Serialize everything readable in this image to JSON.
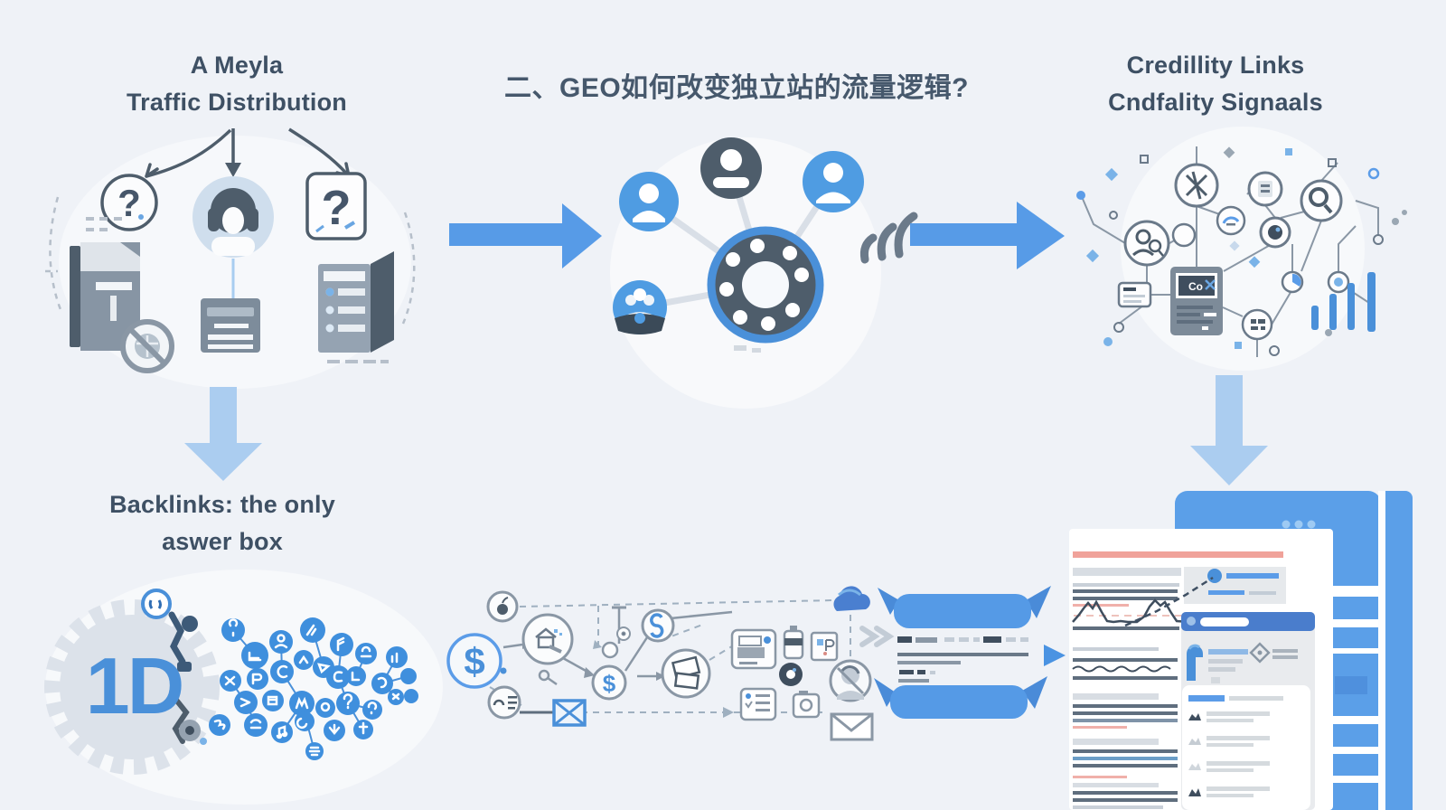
{
  "canvas": {
    "background": "#eff2f7"
  },
  "titles": {
    "top_left": {
      "line1": "A Meyla",
      "line2": "Traffic Distribution"
    },
    "top_center": {
      "text": "二、GEO如何改变独立站的流量逻辑?"
    },
    "top_right": {
      "line1": "Credillity Links",
      "line2": "Cndfality Signaals"
    },
    "bottom_left": {
      "line1": "Backlinks: the only",
      "line2": "aswer box"
    }
  },
  "labels": {
    "question_mark": "?",
    "gear_text": "1D",
    "monitor_text": "Co",
    "dollar_sign": "$"
  },
  "colors": {
    "background": "#eff2f7",
    "title_text": "#3e5064",
    "arrow_blue": "#579be7",
    "arrow_light_blue": "#abcdf0",
    "icon_blue": "#3f8fdd",
    "dark_slate": "#4e5d6b",
    "mid_gray": "#8a97a5",
    "light_gray": "#c3ccd6",
    "page_red_line": "#f0a29a",
    "window_blue": "#5b9fe8",
    "card_header_blue": "#4a7dcc"
  },
  "right_cluster": {
    "growth_bar_heights": [
      27,
      40,
      52,
      64
    ]
  },
  "icons": [
    "question-mark-circle-icon",
    "question-mark-square-icon",
    "user-avatar-icon",
    "blocked-book-icon",
    "content-card-icon",
    "server-list-icon",
    "flow-arrow-right-icon",
    "network-hub-icon",
    "user-node-icon",
    "user-group-node-icon",
    "signal-waves-icon",
    "flow-arrow-down-icon",
    "crossed-x-node-icon",
    "document-node-icon",
    "search-node-icon",
    "gauge-node-icon",
    "camera-node-icon",
    "user-search-node-icon",
    "id-card-node-icon",
    "monitor-node-icon",
    "growth-bars-icon",
    "gear-icon",
    "social-icon-cluster",
    "dollar-circle-icon",
    "idea-sketch-icon",
    "coin-circle-icon",
    "folder-circle-icon",
    "contact-circle-icon",
    "envelope-icon",
    "printer-icon",
    "ink-bottle-icon",
    "stamp-card-icon",
    "checklist-icon",
    "camera-icon",
    "cloud-icon",
    "person-silhouette-icon",
    "chat-ribbon",
    "browser-window",
    "article-page",
    "profile-card",
    "result-list"
  ]
}
